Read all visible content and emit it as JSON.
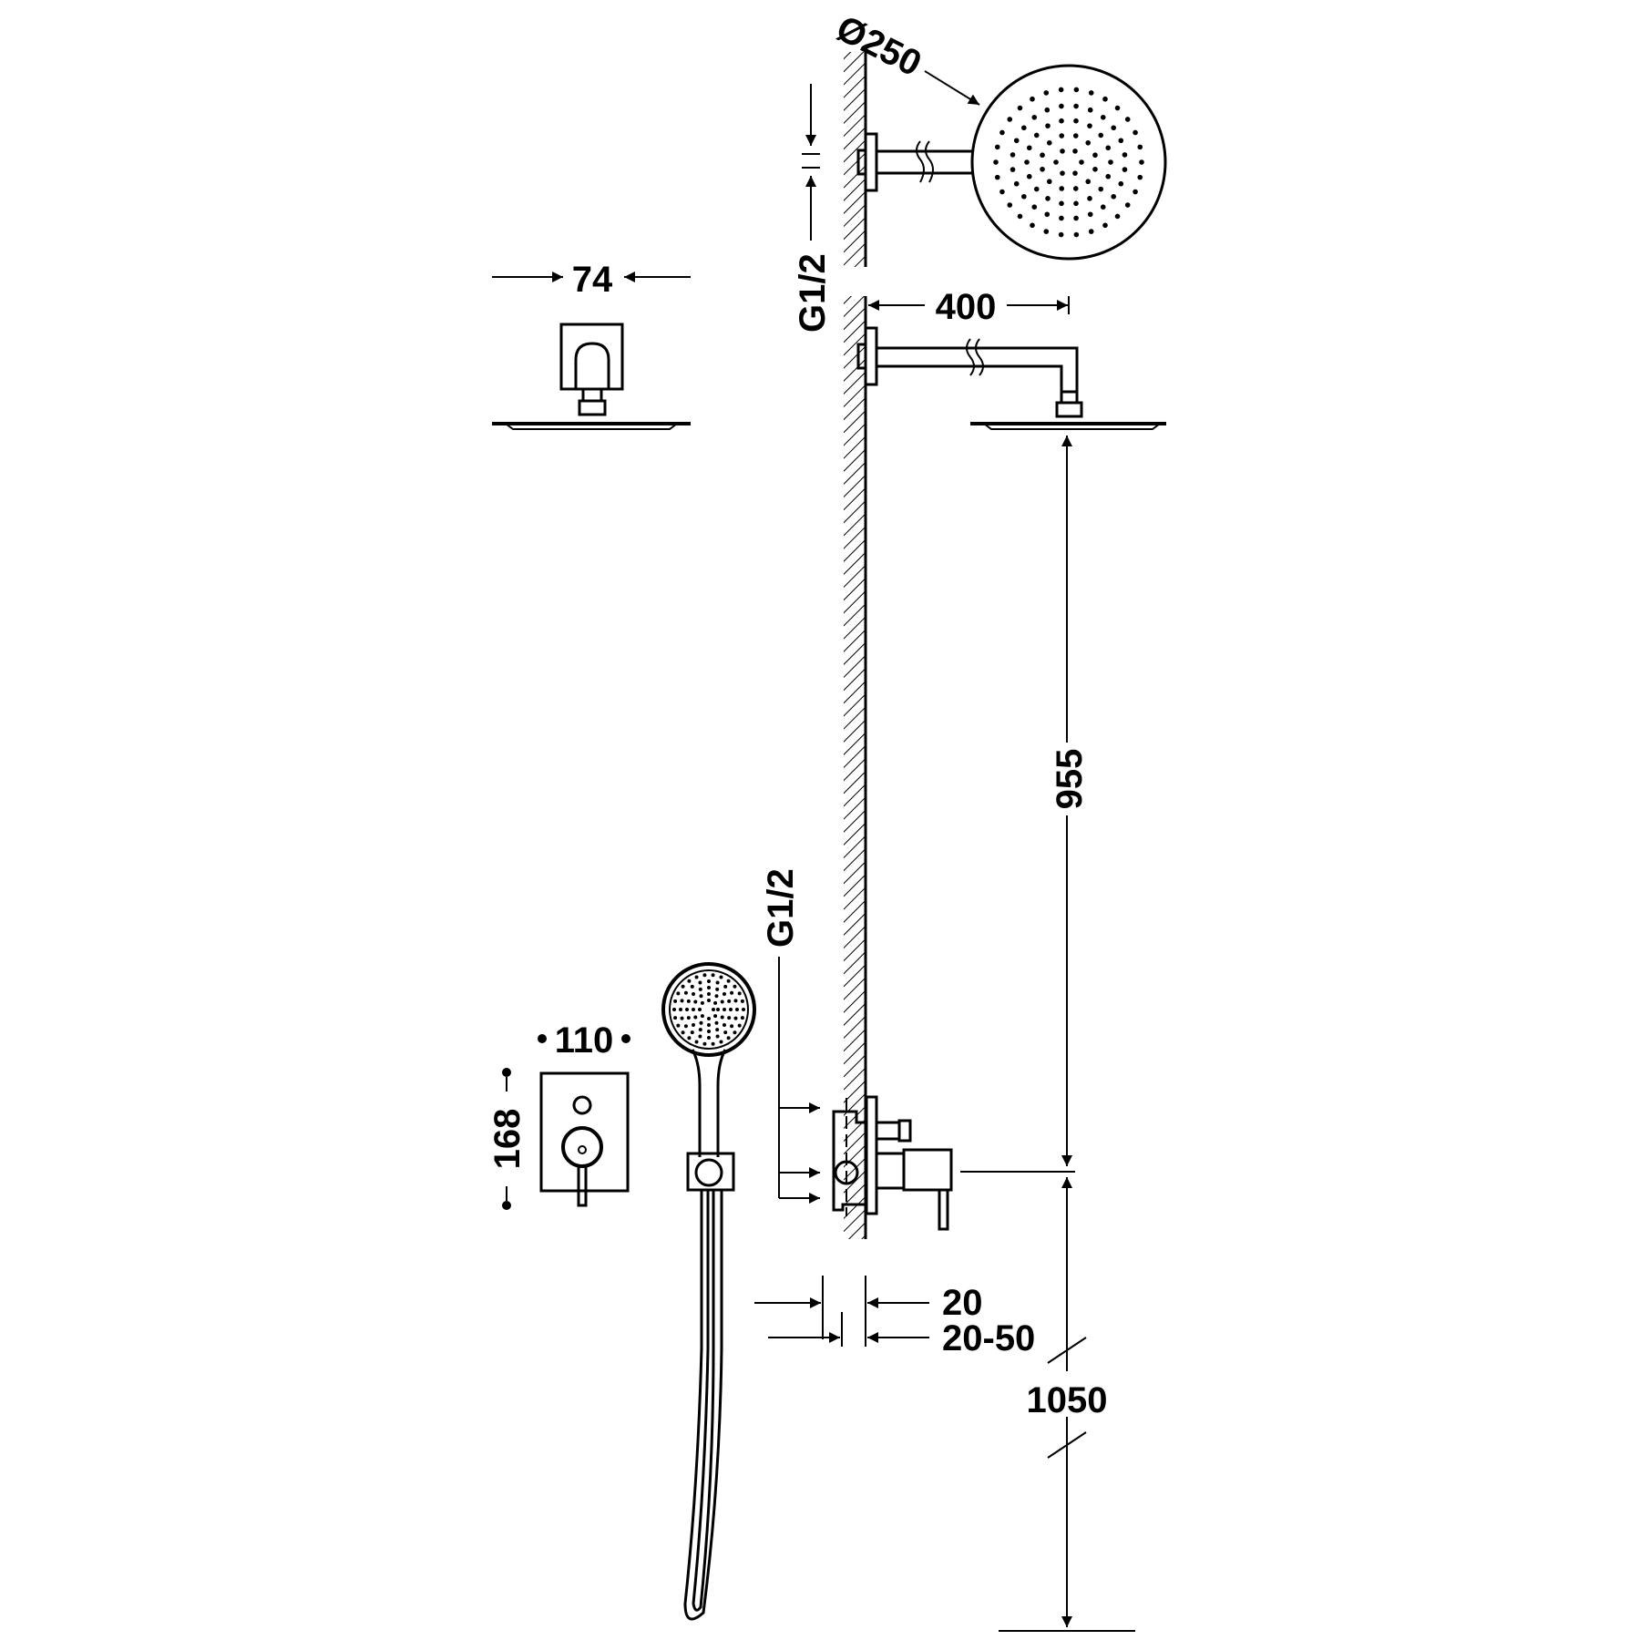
{
  "drawing": {
    "dimensions": {
      "head_diameter": "Ø250",
      "thread_top": "G1/2",
      "arm_length": "400",
      "arm_flange_width": "74",
      "head_height": "955",
      "valve_height": "1050",
      "plate_width": "110",
      "plate_height": "168",
      "thread_valve": "G1/2",
      "recess_min": "20",
      "recess_range": "20-50"
    },
    "colors": {
      "line": "#000000",
      "background": "#ffffff"
    }
  }
}
